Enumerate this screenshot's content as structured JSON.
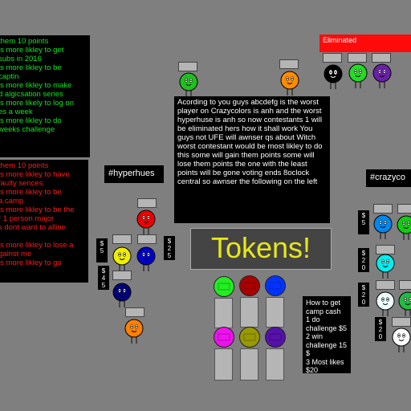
{
  "green_panel": {
    "lines": [
      "them 10 points",
      "is more likley to get",
      "subs in 2016",
      "is more likley to be",
      "captin",
      "is more likley to make",
      "d algicsation series",
      "is more likely to log on",
      "es a week",
      "is more likley to do",
      "weeks challenge"
    ]
  },
  "red_panel": {
    "lines": [
      "them 10 points",
      "is more likley to have",
      "faulty sences",
      "is more likley to be",
      "a camp",
      "is more likley to be the",
      "r 1 person major",
      "s dont want to alline",
      "",
      "is more likley to lose a",
      "gainst me",
      "is more likley to go"
    ]
  },
  "story": {
    "text": "Acording to you guys abcdefg is the worst player on Crazycolors is anh and the worst hyperhuse is anh so now contestants 1 will be eliminated hers how it shall work You guys not UFE will awnser qs about Witch worst contestant would be most likley to do this some will gain them points some will lose them points  the one with the least points will be gone voting ends 8oclock central so awnser the following on the left"
  },
  "labels": {
    "hyperhues": "#hyperhues",
    "crazycolors": "#crazyco",
    "tokens": "Tokens!",
    "eliminated": "Eliminated"
  },
  "camp_cash": {
    "text": "How to get camp cash\n1 do challenge $5\n2 win challenge 15 $\n3 Most likes $20"
  },
  "money": {
    "m1": "$\n5",
    "m2": "$\n2\n5",
    "m3": "$\n4\n5",
    "m4": "$\n5",
    "m5": "$\n2\n0",
    "m6": "$\n2\n0",
    "m7": "$\n2\n0"
  },
  "colors": {
    "background": "#7f7f7f",
    "green_text": "#12e61e",
    "red_text": "#ff1a1a",
    "token_text": "#e8e817",
    "eliminated": "#ff0b0b"
  },
  "characters": [
    {
      "id": "top-green",
      "color": "#1ec11e"
    },
    {
      "id": "top-orange",
      "color": "#ff8c00"
    },
    {
      "id": "elim-black",
      "color": "#000000"
    },
    {
      "id": "elim-green",
      "color": "#22dd22"
    },
    {
      "id": "elim-purple",
      "color": "#6a1faa"
    },
    {
      "id": "hh-red",
      "color": "#ee0000"
    },
    {
      "id": "hh-yellow",
      "color": "#eeee00"
    },
    {
      "id": "hh-blue",
      "color": "#0000cc"
    },
    {
      "id": "hh-navy",
      "color": "#00007a"
    },
    {
      "id": "hh-orange",
      "color": "#ff8000"
    },
    {
      "id": "cc-blue",
      "color": "#0088ee"
    },
    {
      "id": "cc-green",
      "color": "#11cc11"
    },
    {
      "id": "cc-cyan",
      "color": "#00eeee"
    },
    {
      "id": "cc-white",
      "color": "#eeffff"
    },
    {
      "id": "cc-green2",
      "color": "#22bb44"
    },
    {
      "id": "cc-white2",
      "color": "#ffffff"
    }
  ],
  "token_icons": [
    {
      "id": "token-green",
      "color": "#22ee22"
    },
    {
      "id": "token-darkred",
      "color": "#aa0000"
    },
    {
      "id": "token-blue",
      "color": "#0033ff"
    },
    {
      "id": "token-magenta",
      "color": "#ee11ee"
    },
    {
      "id": "token-olive",
      "color": "#999900"
    },
    {
      "id": "token-purple",
      "color": "#5511aa"
    }
  ]
}
